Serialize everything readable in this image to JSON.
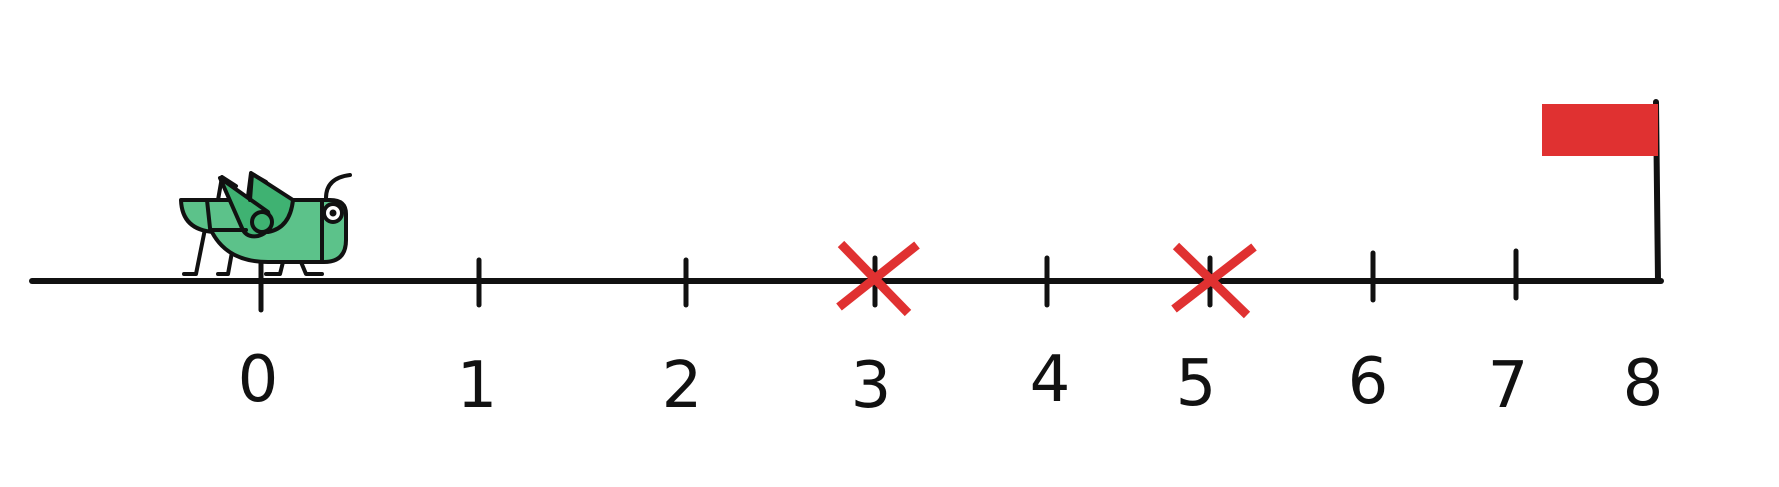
{
  "number_line": {
    "tick_labels": [
      "0",
      "1",
      "2",
      "3",
      "4",
      "5",
      "6",
      "7",
      "8"
    ],
    "crossed_out": [
      "3",
      "5"
    ],
    "grasshopper_at": "0",
    "flag_at": "8"
  },
  "colors": {
    "line": "#111111",
    "cross": "#e03131",
    "flag": "#e03131",
    "grasshopper_body": "#5cc28a",
    "grasshopper_dark": "#3fb272"
  },
  "icons": {
    "start": "grasshopper-icon",
    "goal": "flag-icon",
    "blocked": "cross-mark-icon"
  }
}
